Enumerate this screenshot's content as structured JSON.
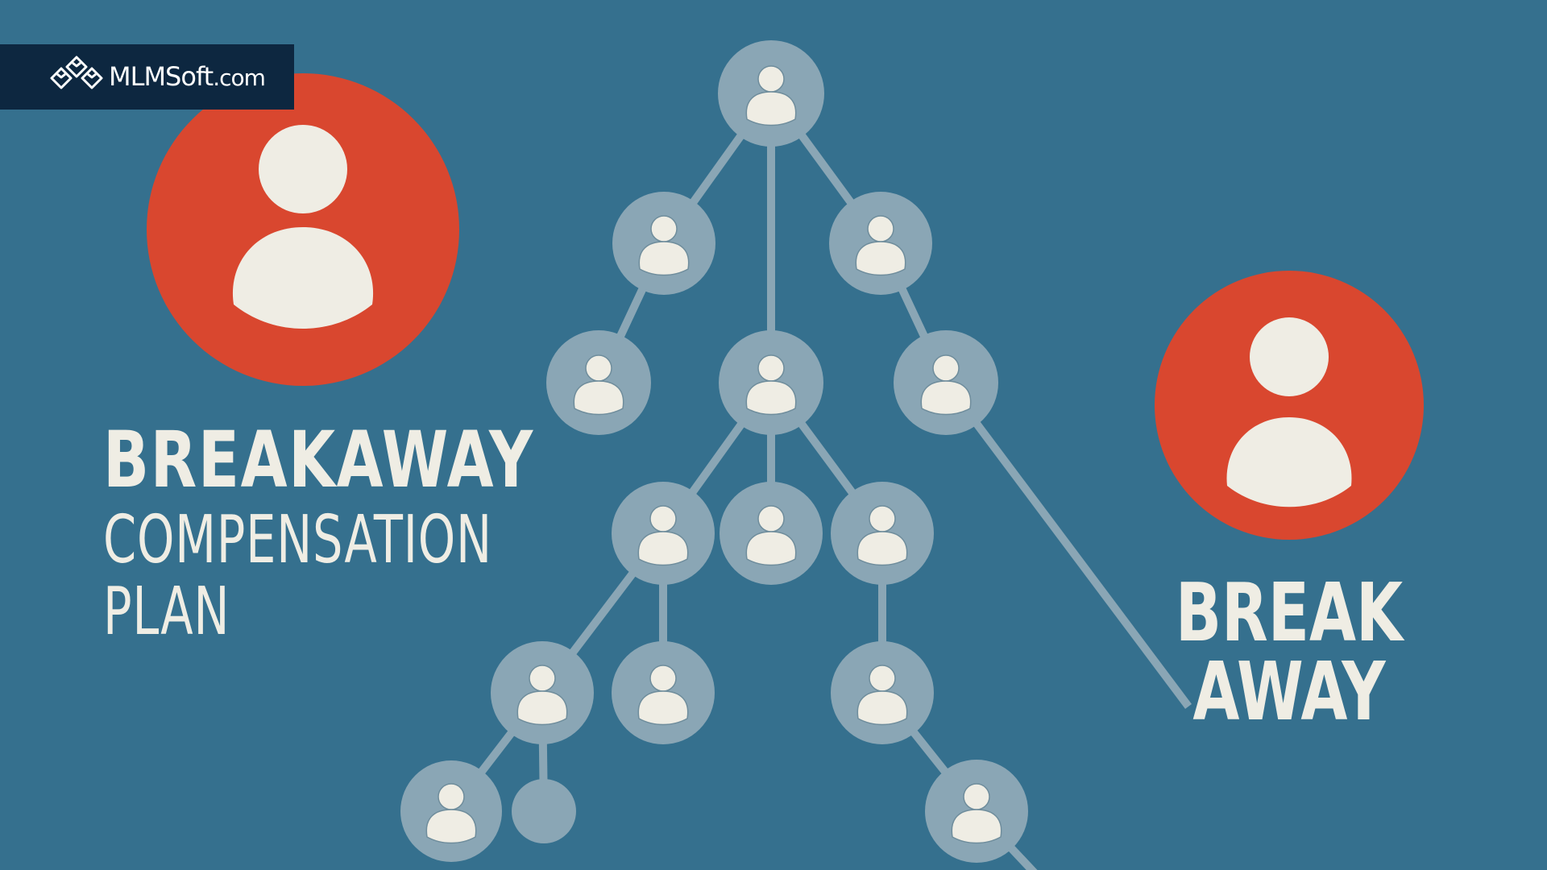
{
  "brand": {
    "name": "MLMSoft",
    "domain_suffix": ".com",
    "logo_icon": "diamond-blocks-icon"
  },
  "headline": {
    "line1": "BREAKAWAY",
    "line2": "COMPENSATION",
    "line3": "PLAN"
  },
  "breakaway_label": {
    "line1": "BREAK",
    "line2": "AWAY"
  },
  "colors": {
    "background": "#35708e",
    "logo_bar": "#0d2740",
    "accent_red": "#d9472f",
    "node_fill": "#8aa6b5",
    "node_person": "#efede4",
    "text": "#efede4"
  },
  "diagram": {
    "type": "tree",
    "description": "Downline organization tree with one branch breaking away to a separate leader",
    "highlight_nodes": [
      {
        "id": "sponsor",
        "icon": "user-icon",
        "color": "#d9472f"
      },
      {
        "id": "breakaway-leader",
        "icon": "user-icon",
        "color": "#d9472f"
      }
    ]
  }
}
